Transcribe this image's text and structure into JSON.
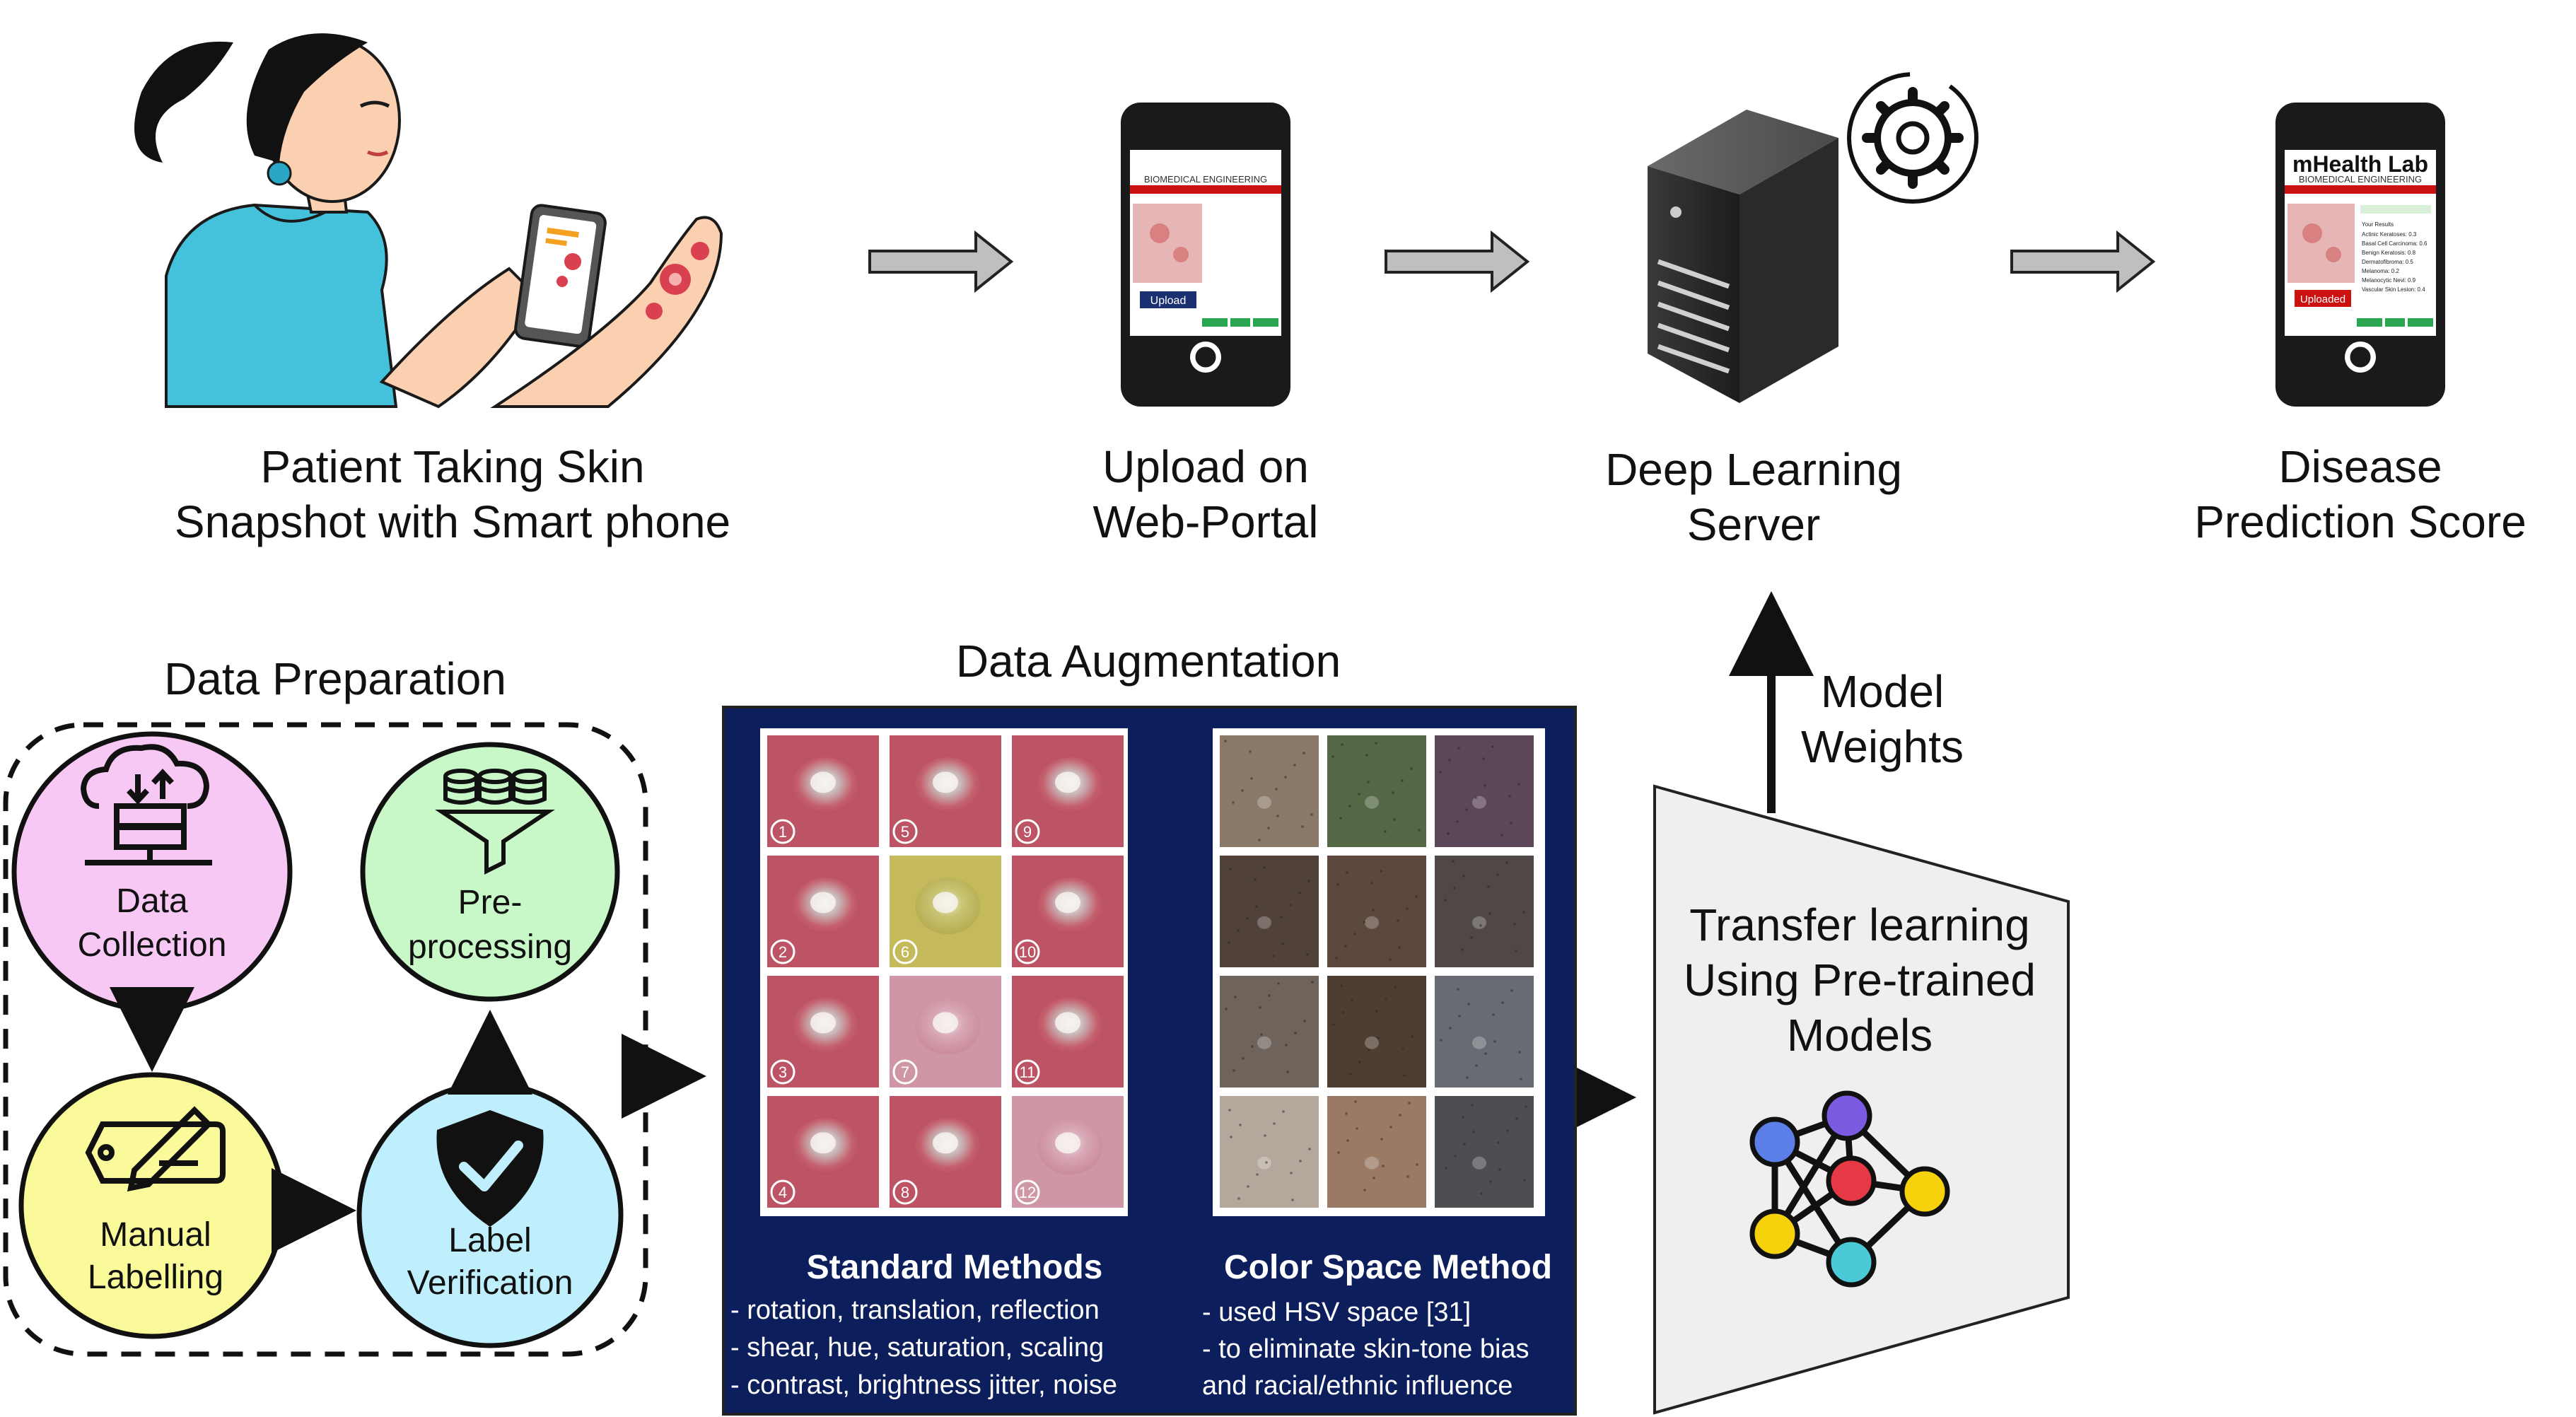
{
  "top_flow": {
    "patient_line1": "Patient Taking Skin",
    "patient_line2": "Snapshot with Smart phone",
    "upload_line1": "Upload on",
    "upload_line2": "Web-Portal",
    "server_line1": "Deep Learning",
    "server_line2": "Server",
    "prediction_line1": "Disease",
    "prediction_line2": "Prediction Score",
    "phone_brand": "mHealth Lab",
    "phone_subbrand": "BIOMEDICAL ENGINEERING",
    "upload_button": "Upload",
    "uploaded_button": "Uploaded",
    "results": [
      "Your Results",
      "Actinic Keratoses: 0.3",
      "Basal Cell Carcinoma: 0.6",
      "Benign Keratosis: 0.8",
      "Dermatofibroma: 0.5",
      "Melanoma: 0.2",
      "Melanocytic Nevi: 0.9",
      "Vascular Skin Lesion: 0.4"
    ]
  },
  "model_weights": {
    "line1": "Model",
    "line2": "Weights"
  },
  "data_preparation": {
    "title": "Data Preparation",
    "collection_line1": "Data",
    "collection_line2": "Collection",
    "labelling_line1": "Manual",
    "labelling_line2": "Labelling",
    "verification_line1": "Label",
    "verification_line2": "Verification",
    "preprocessing_line1": "Pre-",
    "preprocessing_line2": "processing",
    "colors": {
      "collection": "#f8c8f4",
      "labelling": "#fafa9a",
      "verification": "#bfeefc",
      "preprocessing": "#c8f7c8"
    }
  },
  "data_augmentation": {
    "title": "Data Augmentation",
    "panel_color": "#0c1f5c",
    "standard_title": "Standard Methods",
    "standard_items": [
      "- rotation, translation, reflection",
      "- shear, hue, saturation, scaling",
      "- contrast, brightness jitter, noise"
    ],
    "standard_numbers": [
      "1",
      "2",
      "3",
      "4",
      "5",
      "6",
      "7",
      "8",
      "9",
      "10",
      "11",
      "12"
    ],
    "color_title": "Color Space Method",
    "color_items": [
      "- used HSV space [31]",
      "- to eliminate skin-tone bias",
      "and racial/ethnic influence"
    ]
  },
  "transfer_learning": {
    "line1": "Transfer learning",
    "line2": "Using Pre-trained",
    "line3": "Models",
    "node_colors": [
      "#5b7fe6",
      "#7b5ce0",
      "#e63946",
      "#f5d20c",
      "#f5d20c",
      "#4cc9d6",
      "#f5d20c"
    ]
  }
}
